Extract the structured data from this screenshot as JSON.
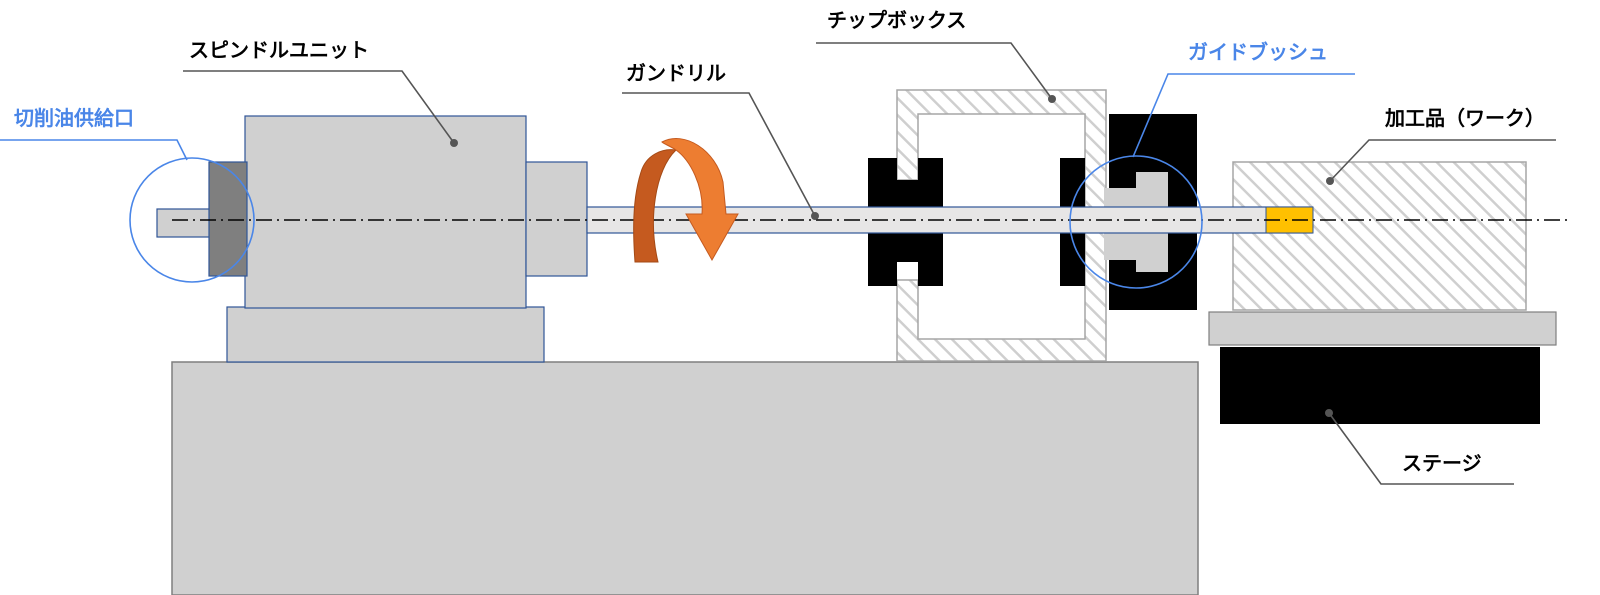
{
  "labels": {
    "spindle_unit": "スピンドルユニット",
    "coolant_inlet": "切削油供給口",
    "gun_drill": "ガンドリル",
    "chip_box": "チップボックス",
    "guide_bush": "ガイドブッシュ",
    "workpiece": "加工品（ワーク）",
    "stage": "ステージ"
  },
  "colors": {
    "part_gray": "#d0d0d0",
    "dark_gray": "#7f7f7f",
    "outline_blue": "#2f5597",
    "black": "#000000",
    "callout_blue": "#4a86e8",
    "arrow_orange": "#ed7d31",
    "arrow_shadow": "#c55a1f",
    "drill_tip": "#ffc000",
    "hatch": "#cfcfcf"
  },
  "icons": {
    "rotation": "rotation-arrow-icon"
  }
}
